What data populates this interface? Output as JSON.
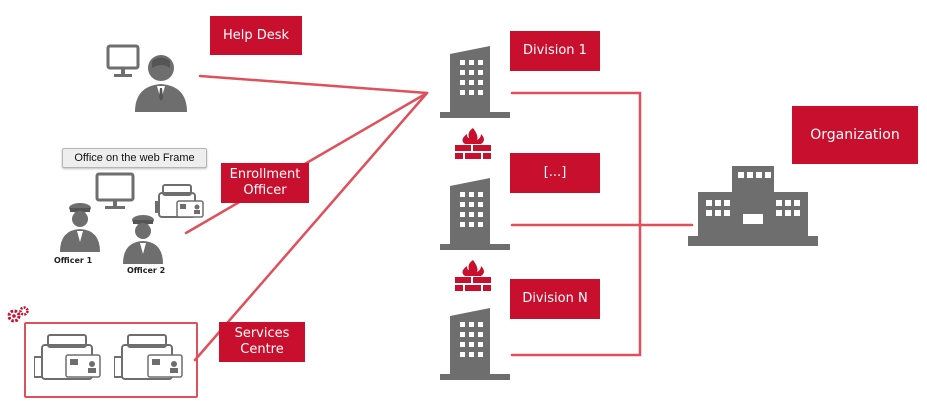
{
  "labels": {
    "help_desk": "Help Desk",
    "enrollment_officer": "Enrollment Officer",
    "services_centre": "Services Centre",
    "division_1": "Division 1",
    "division_ellipsis": "[...]",
    "division_n": "Division N",
    "organization": "Organization"
  },
  "officers": {
    "officer_1": "Officer 1",
    "officer_2": "Officer 2"
  },
  "tooltip": "Office on the web Frame",
  "colors": {
    "accent": "#c8102e",
    "line": "#e0505a",
    "icon": "#6e6e6e"
  },
  "icons": [
    "monitor-icon",
    "user-icon",
    "officer-icon",
    "card-printer-icon",
    "building-icon",
    "firewall-icon",
    "gears-icon",
    "organization-icon"
  ]
}
